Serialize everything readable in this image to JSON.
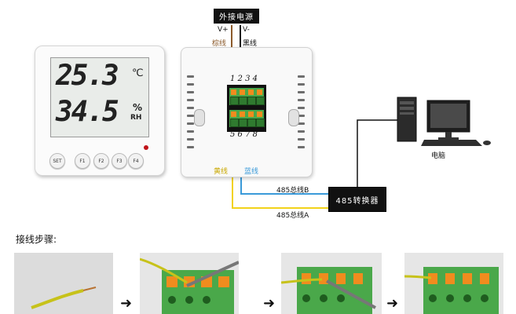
{
  "sensor": {
    "temp_value": "25.3",
    "temp_unit": "℃",
    "humid_value": "34.5",
    "humid_unit": "%",
    "humid_sub": "RH",
    "keys": [
      "SET",
      "F1",
      "F2",
      "F3",
      "F4"
    ]
  },
  "power": {
    "title": "外接电源",
    "vplus": "V+",
    "vminus": "V-",
    "brown_label": "棕线",
    "black_label": "黑线"
  },
  "terminal": {
    "top_pins": "1 2 3 4",
    "bottom_pins": "5 6 7 8",
    "yellow_label": "黄线",
    "blue_label": "蓝线"
  },
  "bus": {
    "b_label": "485总线B",
    "a_label": "485总线A",
    "converter": "485转换器"
  },
  "computer": {
    "label": "电脑"
  },
  "steps": {
    "title": "接线步骤:"
  },
  "colors": {
    "brown_wire": "#8b5a2b",
    "black_wire": "#111111",
    "yellow_wire": "#f2d21a",
    "blue_wire": "#3a9ad9",
    "terminal_green": "#2f7a2f",
    "terminal_orange": "#f08c1e"
  }
}
